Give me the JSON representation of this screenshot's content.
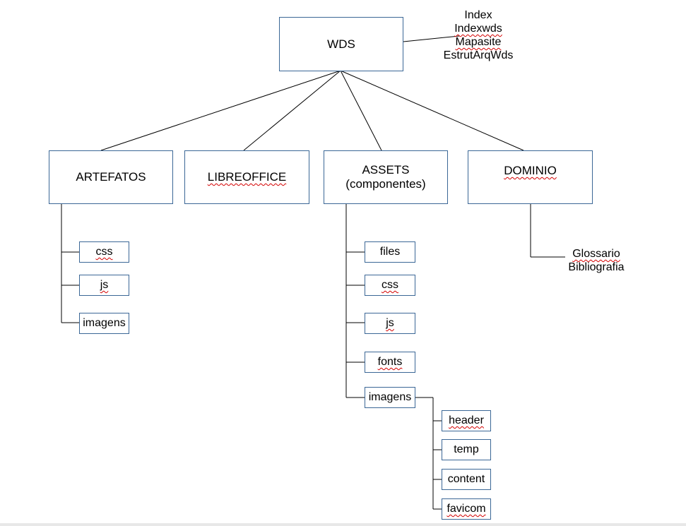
{
  "root": {
    "label": "WDS",
    "notes": [
      "Index",
      "Indexwds",
      "Mapasite",
      "EstrutArqWds"
    ]
  },
  "branches": {
    "artefatos": {
      "label": "ARTEFATOS",
      "children": [
        "css",
        "js",
        "imagens"
      ]
    },
    "libreoffice": {
      "label": "LIBREOFFICE"
    },
    "assets": {
      "label": "ASSETS\n(componentes)",
      "children": [
        "files",
        "css",
        "js",
        "fonts",
        "imagens"
      ],
      "imagens_children": [
        "header",
        "temp",
        "content",
        "favicom"
      ]
    },
    "dominio": {
      "label": "DOMINIO",
      "notes": [
        "Glossario",
        "Bibliografia"
      ]
    }
  }
}
